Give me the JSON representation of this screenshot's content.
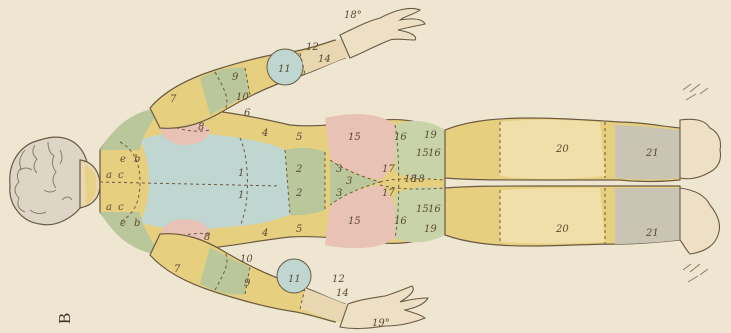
{
  "plate_letter": "B",
  "colors": {
    "paper": "#efe6d2",
    "skin": "#e8d7b1",
    "yellow": "#e6cf7e",
    "green": "#b9c79a",
    "blue": "#bfd6d1",
    "pink": "#e8c2b4",
    "grey": "#c9c4b3",
    "outline": "#6a5a43",
    "dash": "#6b5a3f"
  },
  "labels": {
    "a_top": "a",
    "b_top": "b",
    "c_top": "c",
    "e_top": "e",
    "a_bot": "a",
    "b_bot": "b",
    "c_bot": "c",
    "e_bot": "e",
    "r1_top": "1",
    "r1_bot": "1",
    "r2_top": "2",
    "r2_bot": "2",
    "r3_top": "3",
    "r3_bot": "3",
    "r4_top": "4",
    "r4_bot": "4",
    "r5_top": "5",
    "r5_bot": "5",
    "r6_top": "6",
    "r7_top": "7",
    "r7_bot": "7",
    "r8_top": "8",
    "r8_bot": "8",
    "r9_top": "9",
    "r9_bot": "9",
    "r10_top": "10",
    "r10_bot": "10",
    "r11_top": "11",
    "r11_bot": "11",
    "r12_top": "12",
    "r12_bot": "12",
    "r14_top": "14",
    "r14_bot": "14",
    "r15_top": "15",
    "r15_bot": "15",
    "r16_top": "16",
    "r16_bot": "16",
    "r17_top": "17",
    "r17_bot": "17",
    "r18_top": "18",
    "r18_bot": "18",
    "r19_top": "19",
    "r19_bot": "19",
    "r20_top": "20",
    "r20_bot": "20",
    "r21_top": "21",
    "r21_bot": "21",
    "r15e_top": "15",
    "r15e_bot": "15",
    "r16e_top": "16",
    "r16e_bot": "16",
    "r3e": "3",
    "hand_top": "18°",
    "hand_bot": "19°"
  }
}
